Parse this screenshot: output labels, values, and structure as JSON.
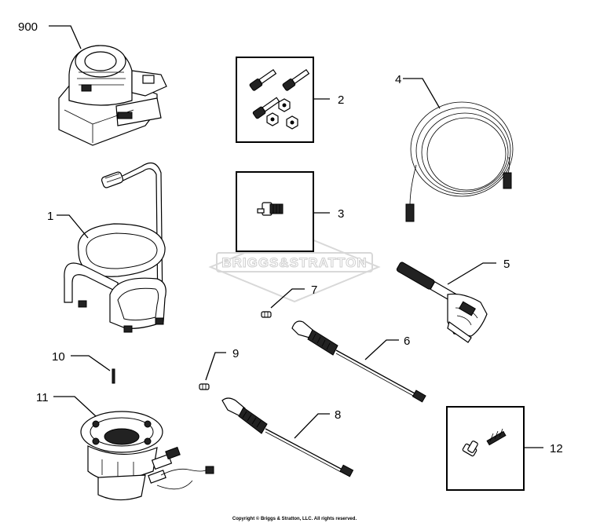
{
  "callouts": {
    "c900": "900",
    "c1": "1",
    "c2": "2",
    "c3": "3",
    "c4": "4",
    "c5": "5",
    "c6": "6",
    "c7": "7",
    "c8": "8",
    "c9": "9",
    "c10": "10",
    "c11": "11",
    "c12": "12"
  },
  "watermark": "BRIGGS&STRATTON",
  "copyright": "Copyright © Briggs & Stratton, LLC. All rights reserved.",
  "colors": {
    "ink": "#000000",
    "watermark": "#cfcfcf",
    "background": "#ffffff"
  }
}
